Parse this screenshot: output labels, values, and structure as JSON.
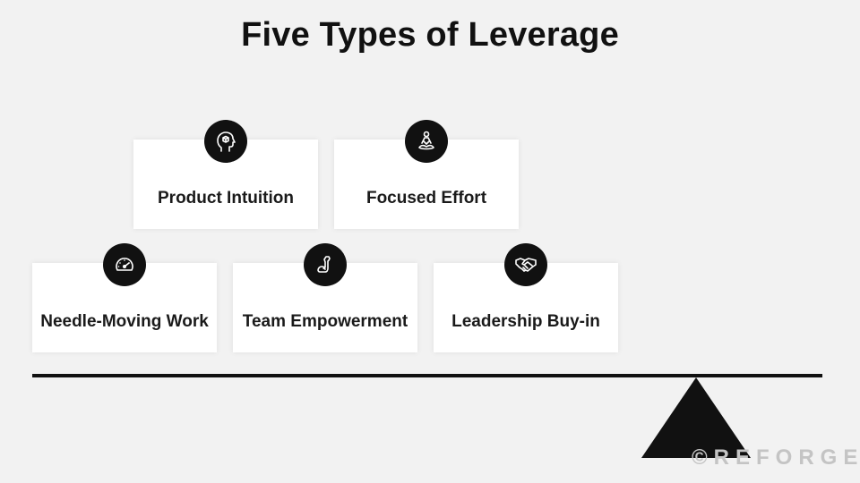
{
  "title": "Five Types of Leverage",
  "cards": [
    {
      "label": "Product Intuition",
      "icon": "head-box-icon"
    },
    {
      "label": "Focused Effort",
      "icon": "meditation-icon"
    },
    {
      "label": "Needle-Moving Work",
      "icon": "speedometer-icon"
    },
    {
      "label": "Team Empowerment",
      "icon": "flexed-arm-icon"
    },
    {
      "label": "Leadership Buy-in",
      "icon": "handshake-icon"
    }
  ],
  "brand": "©REFORGE",
  "colors": {
    "background": "#f2f2f2",
    "card": "#ffffff",
    "dark": "#111111",
    "brand": "#c4c4c4"
  }
}
